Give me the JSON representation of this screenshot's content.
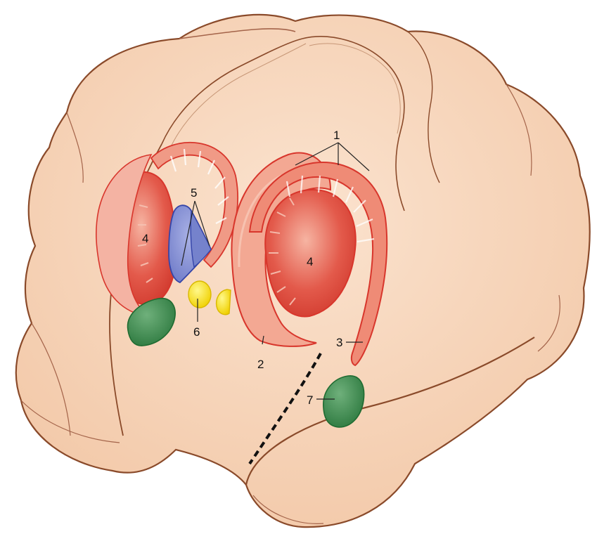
{
  "labels": {
    "l1": "1",
    "l2": "2",
    "l3": "3",
    "l4_left": "4",
    "l4_right": "4",
    "l5": "5",
    "l6": "6",
    "l7": "7"
  },
  "colors": {
    "brain": "#f8d5ba",
    "brain_outline": "#8a4a2a",
    "striatum": "#e2564a",
    "striatum_light": "#f3a08e",
    "striatum_outline": "#d8362c",
    "globus_pallidus": "#8b95d6",
    "globus_pallidus_outline": "#3545a8",
    "subthalamic": "#f7e32a",
    "subthalamic_outline": "#d9b800",
    "green_nucleus": "#3d8a4e",
    "green_outline": "#1f6b31"
  }
}
